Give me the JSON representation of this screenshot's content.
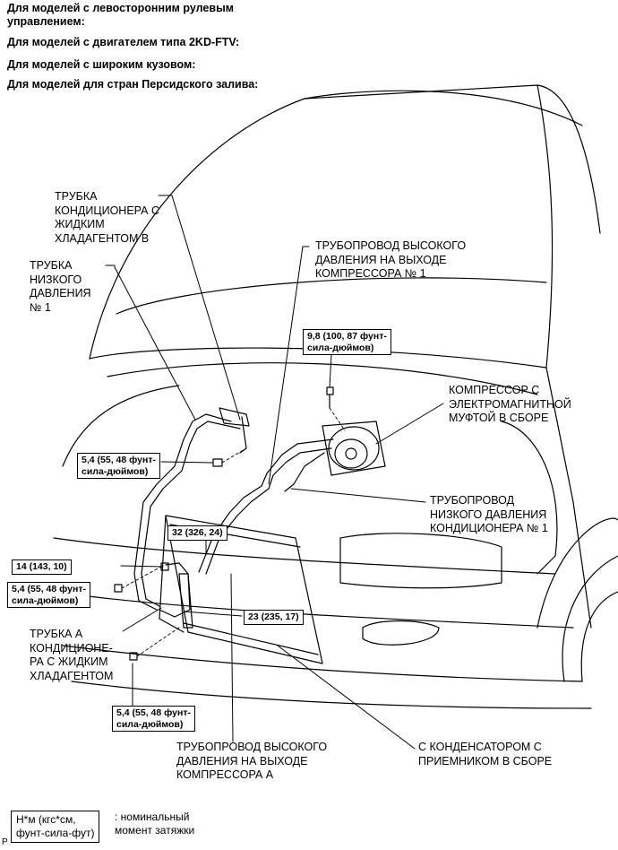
{
  "header": {
    "line1": "Для моделей с левосторонним рулевым",
    "line1b": "управлением:",
    "line2": "Для моделей с двигателем типа 2KD-FTV:",
    "line3": "Для моделей с широким кузовом:",
    "line4": "Для моделей для стран Персидского залива:"
  },
  "labels": {
    "liquid_tube_b": "ТРУБКА\nКОНДИЦИОНЕРА С\nЖИДКИМ\nХЛАДАГЕНТОМ В",
    "low_pressure_tube": "ТРУБКА\nНИЗКОГО\nДАВЛЕНИЯ\n№ 1",
    "discharge_pipe_1": "ТРУБОПРОВОД ВЫСОКОГО\nДАВЛЕНИЯ НА ВЫХОДЕ\nКОМПРЕССОРА № 1",
    "compressor": "КОМПРЕССОР С\nЭЛЕКТРОМАГНИТНОЙ\nМУФТОЙ В СБОРЕ",
    "suction_pipe": "ТРУБОПРОВОД\nНИЗКОГО ДАВЛЕНИЯ\nКОНДИЦИОНЕРА № 1",
    "liquid_tube_a": "ТРУБКА А\nКОНДИЦИОНЕ-\nРА С ЖИДКИМ\nХЛАДАГЕНТОМ",
    "condenser": "С КОНДЕНСАТОРОМ С\nПРИЕМНИКОМ В СБОРЕ",
    "discharge_pipe_a": "ТРУБОПРОВОД ВЫСОКОГО\nДАВЛЕНИЯ НА ВЫХОДЕ\nКОМПРЕССОРА А"
  },
  "torques": {
    "t_compressor": "9,8 (100, 87 фунт-\nсила-дюймов)",
    "t_upper_left": "5,4 (55, 48 фунт-\nсила-дюймов)",
    "t_32": "32 (326, 24)",
    "t_14": "14 (143, 10)",
    "t_mid_left": "5,4 (55, 48 фунт-\nсила-дюймов)",
    "t_23": "23 (235, 17)",
    "t_bottom": "5,4 (55, 48 фунт-\nсила-дюймов)"
  },
  "legend": {
    "box": "Н*м (кгс*см,\nфунт-сила-фут)",
    "text": ": номинальный\nмомент затяжки"
  },
  "corner_mark": "P"
}
